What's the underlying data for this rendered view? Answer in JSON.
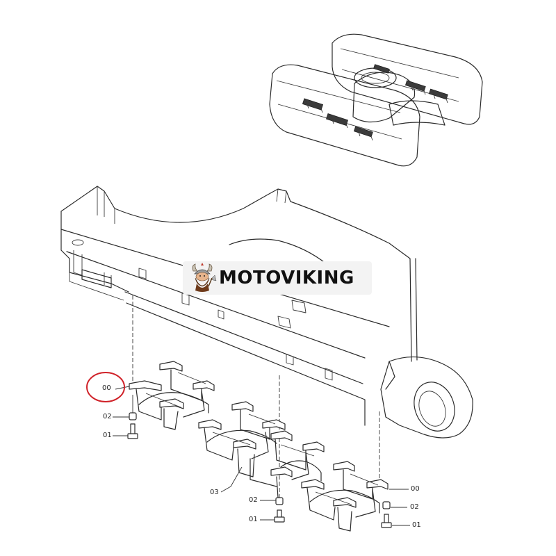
{
  "watermark": {
    "brand": "MOTOVIKING",
    "logo_icon": "viking-mascot-icon",
    "background": "#f3f3f3",
    "text_color": "#111111"
  },
  "highlight": {
    "color": "#d0232a",
    "target_label": "00"
  },
  "callouts": {
    "left_00": "00",
    "left_02": "02",
    "left_01": "01",
    "middle_03": "03",
    "middle_02": "02",
    "middle_01": "01",
    "right_00": "00",
    "right_02": "02",
    "right_01": "01"
  }
}
